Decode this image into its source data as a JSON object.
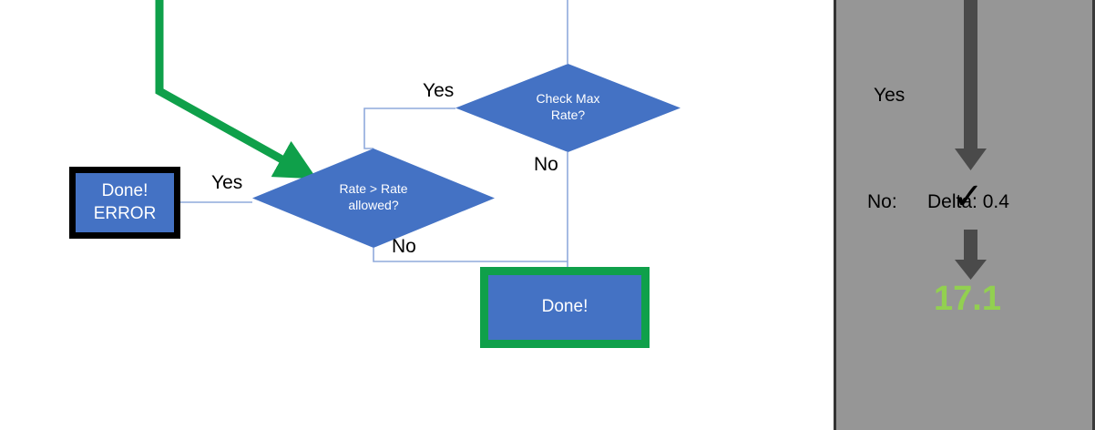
{
  "colors": {
    "shape_fill": "#4472C4",
    "shape_text": "#ffffff",
    "error_border": "#000000",
    "success_border": "#0FA04A",
    "highlight_path": "#0FA04A",
    "connector": "#8FAADC",
    "panel_background": "#969696",
    "panel_arrow": "#4A4A4A",
    "value_text": "#92D050"
  },
  "flowchart": {
    "nodes": [
      {
        "id": "done-error",
        "label": "Done!\nERROR",
        "shape": "process",
        "border": "black-thick"
      },
      {
        "id": "rate-gt-allowed",
        "label": "Rate > Rate\nallowed?",
        "shape": "decision"
      },
      {
        "id": "check-max-rate",
        "label": "Check Max\nRate?",
        "shape": "decision"
      },
      {
        "id": "done",
        "label": "Done!",
        "shape": "process",
        "border": "green-thick"
      }
    ],
    "edge_labels": {
      "yes_to_error": "Yes",
      "no_from_rate": "No",
      "yes_from_max": "Yes",
      "no_from_max": "No"
    }
  },
  "status_panel": {
    "yes_label": "Yes",
    "no_label": "No:",
    "delta_label": "Delta: 0.4",
    "check_mark": "✓",
    "result_value": "17.1"
  }
}
